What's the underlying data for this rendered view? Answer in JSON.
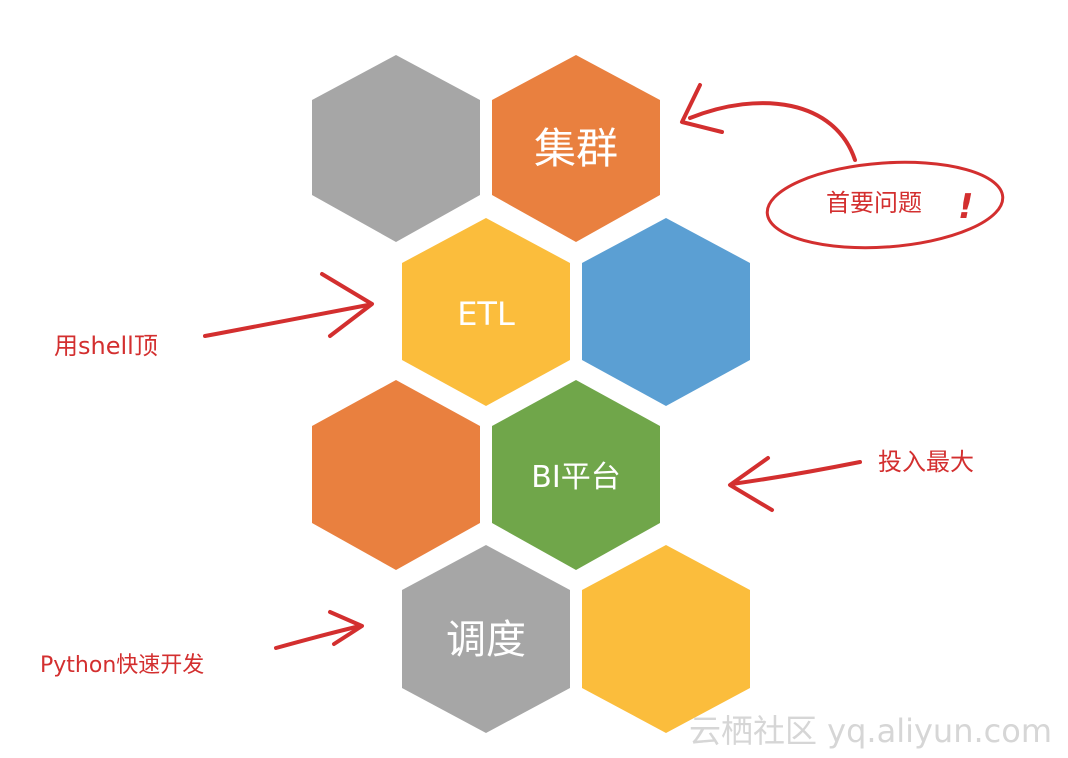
{
  "hexagons": {
    "cluster": {
      "label": "集群",
      "color": "#e9803f"
    },
    "etl": {
      "label": "ETL",
      "color": "#fbbd3c"
    },
    "bi_platform": {
      "label": "BI平台",
      "color": "#70a64a"
    },
    "scheduling": {
      "label": "调度",
      "color": "#a6a6a6"
    },
    "gray_top": {
      "color": "#a6a6a6"
    },
    "blue": {
      "color": "#5b9fd3"
    },
    "orange_mid": {
      "color": "#e9803f"
    },
    "yellow_bottom": {
      "color": "#fbbd3c"
    }
  },
  "annotations": {
    "primary_issue": "首要问题",
    "exclamation": "!",
    "shell": "用shell顶",
    "invest": "投入最大",
    "python": "Python快速开发",
    "color": "#d32f2f"
  },
  "watermark": "云栖社区 yq.aliyun.com"
}
